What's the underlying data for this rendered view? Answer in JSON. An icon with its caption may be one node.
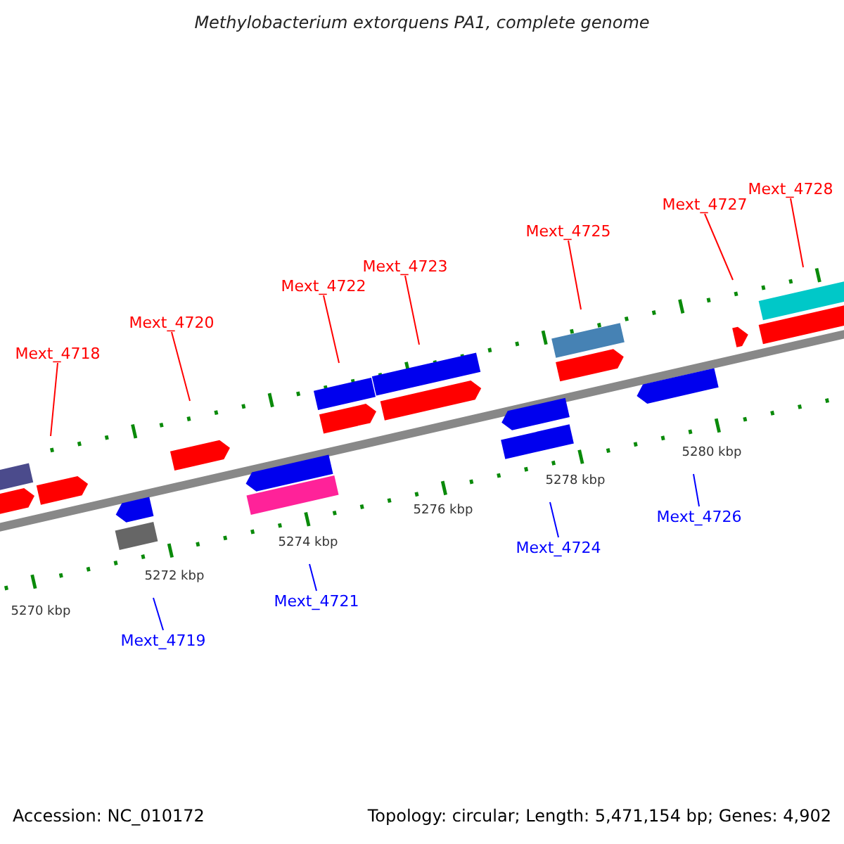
{
  "diagram": {
    "title": "Methylobacterium extorquens PA1, complete genome",
    "nodes": [
      {
        "text": [
          "Mext_4718"
        ]
      },
      {
        "text": [
          "Mext_4719"
        ]
      },
      {
        "text": [
          "Mext_4720"
        ]
      },
      {
        "text": [
          "Mext_4721"
        ]
      },
      {
        "text": [
          "Mext_4722"
        ]
      },
      {
        "text": [
          "Mext_4723"
        ]
      },
      {
        "text": [
          "Mext_4724"
        ]
      },
      {
        "text": [
          "Mext_4725"
        ]
      },
      {
        "text": [
          "Mext_4726"
        ]
      },
      {
        "text": [
          "Mext_4727"
        ]
      },
      {
        "text": [
          "Mext_4728"
        ]
      }
    ],
    "edges": [
      {
        "from": 0,
        "to": null,
        "arrow": "none"
      },
      {
        "from": 1,
        "to": null,
        "arrow": "none",
        "color": "#0000ff"
      },
      {
        "from": 2,
        "to": null,
        "arrow": "none"
      },
      {
        "from": 3,
        "to": null,
        "arrow": "none",
        "color": "#0000ff"
      },
      {
        "from": 4,
        "to": null,
        "arrow": "none"
      },
      {
        "from": 5,
        "to": null,
        "arrow": "none"
      },
      {
        "from": 6,
        "to": null,
        "arrow": "none",
        "color": "#0000ff"
      },
      {
        "from": 7,
        "to": null,
        "arrow": "none"
      },
      {
        "from": 8,
        "to": null,
        "arrow": "none",
        "color": "#0000ff"
      },
      {
        "from": 9,
        "to": null,
        "arrow": "none"
      },
      {
        "from": 10,
        "to": null,
        "arrow": "none"
      }
    ],
    "labels": [
      "5270 kbp",
      "5272 kbp",
      "5274 kbp",
      "5276 kbp",
      "5278 kbp",
      "5280 kbp",
      "Accession: NC_010172",
      "Topology: circular; Length: 5,471,154 bp; Genes: 4,902"
    ]
  }
}
